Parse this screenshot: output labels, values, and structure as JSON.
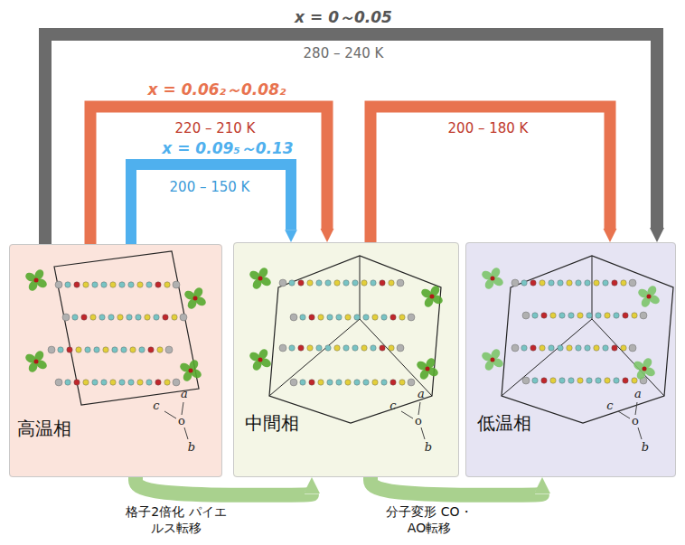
{
  "diagram": {
    "nodes": [
      {
        "text": [
          "高温相"
        ]
      },
      {
        "text": [
          "中間相"
        ]
      },
      {
        "text": [
          "低温相"
        ]
      }
    ],
    "edges": [
      {
        "from": 0,
        "to": 2,
        "arrow": "to",
        "label": "280 – 240 K"
      },
      {
        "from": 0,
        "to": 1,
        "arrow": "to",
        "label": "220 – 210 K"
      },
      {
        "from": 0,
        "to": 1,
        "arrow": "to",
        "label": "200 – 150 K"
      },
      {
        "from": 1,
        "to": 2,
        "arrow": "to",
        "label": "200 – 180 K"
      },
      {
        "from": 0,
        "to": 1,
        "arrow": "to",
        "label": "格子2倍化 パイエルス転移"
      },
      {
        "from": 1,
        "to": 2,
        "arrow": "to",
        "label": "分子変形 CO・AO転移"
      }
    ],
    "labels": [
      "x = 0～0.05",
      "x = 0.06₂～0.08₂",
      "x = 0.09₅～0.13",
      "a",
      "c",
      "o",
      "b",
      "a",
      "c",
      "o",
      "b",
      "a",
      "c",
      "o",
      "b"
    ]
  }
}
